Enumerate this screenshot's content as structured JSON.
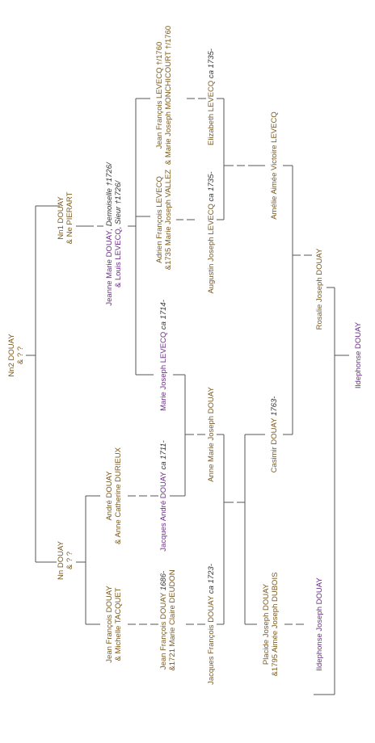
{
  "tree": {
    "colors": {
      "brown": "#7a5a1f",
      "purple": "#6a2f86",
      "dark": "#333333",
      "line": "#555555"
    },
    "people": {
      "nn2": {
        "l1": "Nn2 DOUAY",
        "l2": "& ? ?"
      },
      "nn1": {
        "l1": "Nn1 DOUAY",
        "l2": "& Ne PIERART"
      },
      "nn": {
        "l1": "Nn DOUAY",
        "l2": "& ? ?"
      },
      "jeanne": {
        "n1": "Jeanne Marie DOUAY",
        "d1": ", Demoiselle †1726/",
        "n2": "& Louis LEVECQ",
        "d2": ", Sieur †1726/"
      },
      "jean_francois_levecq": {
        "l1": "Jean François LEVECQ †/1760",
        "l2": "& Marie Joseph MONCHICOURT †/1760"
      },
      "elizabeth": {
        "name": "Elizabeth LEVECQ",
        "date": " ca 1735-"
      },
      "adrien": {
        "l1": "Adrien François LEVECQ",
        "l2": "&1735 Marie Joseph VALLEZ"
      },
      "augustin": {
        "name": "Augustin Joseph LEVECQ",
        "date": " ca 1735-"
      },
      "amelie": {
        "name": "Amélie Aimée Victoire LEVECQ"
      },
      "rosalie": {
        "name": "Rosalie Joseph DOUAY"
      },
      "ildephonse_top": {
        "name": "Ildephonse DOUAY"
      },
      "marie_joseph": {
        "name": "Marie Joseph LEVECQ",
        "date": " ca 1714-"
      },
      "anne_marie": {
        "name": "Anne Marie Joseph DOUAY"
      },
      "casimir": {
        "name": "Casimir DOUAY",
        "date": " 1763-"
      },
      "andre": {
        "l1": "André DOUAY",
        "l2": "& Anne Catherine DURIEUX"
      },
      "jacques_andre": {
        "name": "Jacques André DOUAY",
        "date": " ca 1711-"
      },
      "jean_francois_tacquet": {
        "l1": "Jean François DOUAY",
        "l2": "& Michelle TACQUET"
      },
      "jean_francois_1686": {
        "name": "Jean François DOUAY",
        "date": " 1686-",
        "l2": "&1721 Marie Claire DEUDON"
      },
      "jacques_francois": {
        "name": "Jacques François DOUAY",
        "date": " ca 1723-"
      },
      "placide": {
        "l1": "Placide Joseph DOUAY",
        "l2": "&1795 Aimée Joseph DUBOIS"
      },
      "ildephonse_bottom": {
        "name": "Ildephonse Joseph DOUAY"
      }
    }
  }
}
